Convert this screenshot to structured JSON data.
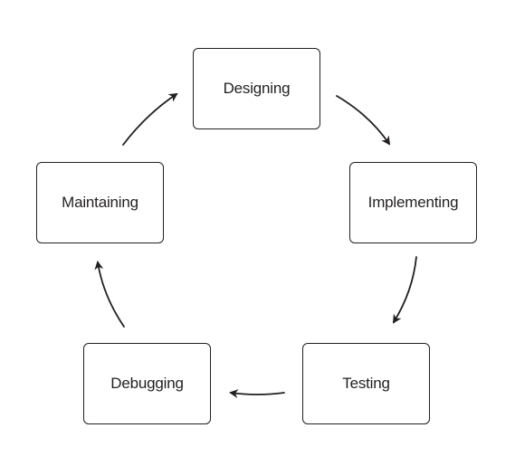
{
  "diagram": {
    "stages": [
      {
        "id": "designing",
        "label": "Designing"
      },
      {
        "id": "implementing",
        "label": "Implementing"
      },
      {
        "id": "testing",
        "label": "Testing"
      },
      {
        "id": "debugging",
        "label": "Debugging"
      },
      {
        "id": "maintaining",
        "label": "Maintaining"
      }
    ],
    "edges": [
      {
        "from": "designing",
        "to": "implementing"
      },
      {
        "from": "implementing",
        "to": "testing"
      },
      {
        "from": "testing",
        "to": "debugging"
      },
      {
        "from": "debugging",
        "to": "maintaining"
      },
      {
        "from": "maintaining",
        "to": "designing"
      }
    ],
    "colors": {
      "stroke": "#231f20",
      "background": "#ffffff"
    }
  }
}
